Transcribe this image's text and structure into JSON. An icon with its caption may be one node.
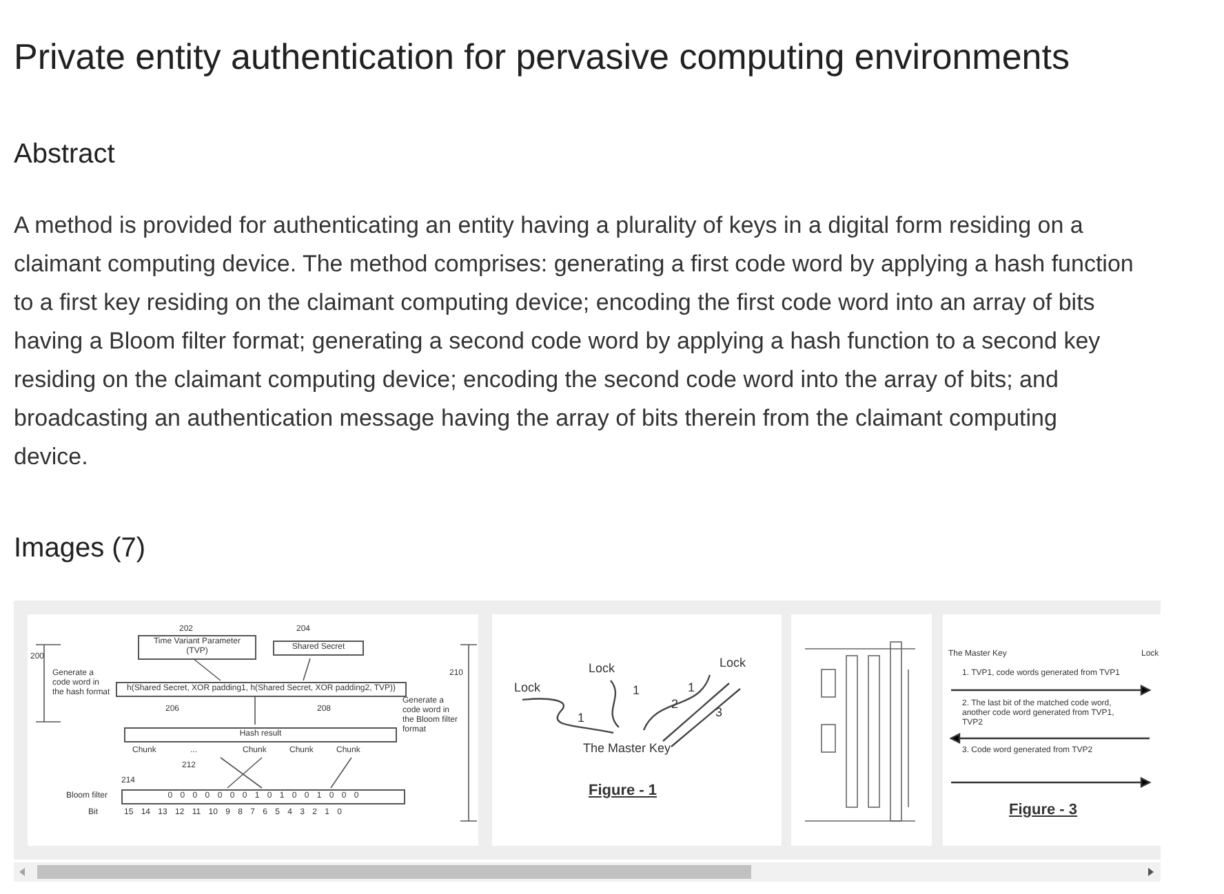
{
  "diagram": {
    "title": "Private entity authentication for pervasive computing environments",
    "nodes": [
      {
        "text": [
          "202",
          "Time Variant Parameter (TVP)",
          "204",
          "Shared Secret",
          "200",
          "Generate a code word in the hash format",
          "h(Shared Secret, XOR padding1, h(Shared Secret, XOR padding2, TVP))",
          "206",
          "208",
          "Generate a code word in the Bloom filter format",
          "210",
          "Hash result",
          "Chunk",
          "...",
          "Chunk",
          "Chunk",
          "Chunk",
          "212",
          "214",
          "Bloom filter",
          "0 0 0 0 0 0 0 1 0 1 0 0 1 0 0 0",
          "Bit",
          "15 14 13 12 11 10 9 8 7 6 5 4 3 2 1 0"
        ]
      },
      {
        "text": [
          "Lock",
          "Lock",
          "Lock",
          "1",
          "1",
          "1",
          "2",
          "3",
          "The Master Key",
          "Figure - 1"
        ]
      },
      {
        "text": [],
        "shape": "picture"
      },
      {
        "text": [
          "The Master Key",
          "Lock",
          "1. TVP1, code words generated from TVP1",
          "2. The last bit of the matched code word, another code word generated from TVP1, TVP2",
          "3. Code word generated from TVP2",
          "Figure - 3"
        ]
      }
    ],
    "labels": [
      "Abstract",
      "A method is provided for authenticating an entity having a plurality of keys in a digital form residing on a claimant computing device. The method comprises: generating a first code word by applying a hash function to a first key residing on the claimant computing device; encoding the first code word into an array of bits having a Bloom filter format; generating a second code word by applying a hash function to a second key residing on the claimant computing device; encoding the second code word into the array of bits; and broadcasting an authentication message having the array of bits therein from the claimant computing device.",
      "Images (7)"
    ]
  }
}
